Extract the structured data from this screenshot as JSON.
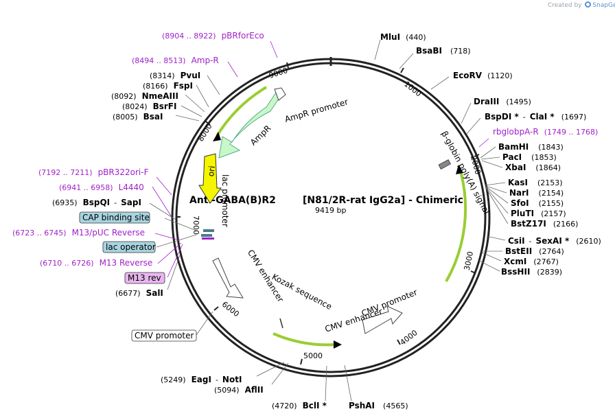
{
  "watermark": {
    "created_by": "Created by",
    "brand": "SnapGene"
  },
  "plasmid": {
    "name": "[N81/2R-rat IgG2a] - Chimeric",
    "length": "9419 bp",
    "insert_label": "Anti-GABA(B)R2"
  },
  "ticks": [
    "1000",
    "2000",
    "3000",
    "4000",
    "5000",
    "6000",
    "7000",
    "8000",
    "9000"
  ],
  "enzymes": [
    {
      "name": "MluI",
      "pos": "(440)"
    },
    {
      "name": "BsaBI",
      "pos": "(718)"
    },
    {
      "name": "EcoRV",
      "pos": "(1120)"
    },
    {
      "name": "DraIII",
      "pos": "(1495)"
    },
    {
      "name": "BspDI *",
      "sep": "-",
      "name2": "ClaI *",
      "pos": "(1697)"
    },
    {
      "name": "BamHI",
      "pos": "(1843)"
    },
    {
      "name": "PacI",
      "pos": "(1853)"
    },
    {
      "name": "XbaI",
      "pos": "(1864)"
    },
    {
      "name": "KasI",
      "pos": "(2153)"
    },
    {
      "name": "NarI",
      "pos": "(2154)"
    },
    {
      "name": "SfoI",
      "pos": "(2155)"
    },
    {
      "name": "PluTI",
      "pos": "(2157)"
    },
    {
      "name": "BstZ17I",
      "pos": "(2166)"
    },
    {
      "name": "CsiI",
      "sep": "-",
      "name2": "SexAI *",
      "pos": "(2610)"
    },
    {
      "name": "BstEII",
      "pos": "(2764)"
    },
    {
      "name": "XcmI",
      "pos": "(2767)"
    },
    {
      "name": "BssHII",
      "pos": "(2839)"
    },
    {
      "name": "PshAI",
      "pos": "(4565)"
    },
    {
      "name": "BclI *",
      "pos": "(4720)"
    },
    {
      "name": "AflII",
      "pos": "(5094)"
    },
    {
      "name": "EagI",
      "sep": "-",
      "name2": "NotI",
      "pos": "(5249)"
    },
    {
      "name": "SalI",
      "pos": "(6677)"
    },
    {
      "name": "BspQI",
      "sep": "-",
      "name2": "SapI",
      "pos": "(6935)"
    },
    {
      "name": "BsaI",
      "pos": "(8005)"
    },
    {
      "name": "BsrFI",
      "pos": "(8024)"
    },
    {
      "name": "NmeAIII",
      "pos": "(8092)"
    },
    {
      "name": "FspI",
      "pos": "(8166)"
    },
    {
      "name": "PvuI",
      "pos": "(8314)"
    }
  ],
  "primers": [
    {
      "range": "(8904 .. 8922)",
      "name": "pBRforEco"
    },
    {
      "range": "(8494 .. 8513)",
      "name": "Amp-R"
    },
    {
      "range": "(1749 .. 1768)",
      "name": "rbglobpA-R"
    },
    {
      "range": "(7192 .. 7211)",
      "name": "pBR322ori-F"
    },
    {
      "range": "(6941 .. 6958)",
      "name": "L4440"
    },
    {
      "range": "(6723 .. 6745)",
      "name": "M13/pUC Reverse"
    },
    {
      "range": "(6710 .. 6726)",
      "name": "M13 Reverse"
    }
  ],
  "boxed_labels": [
    {
      "name": "CAP binding site",
      "color": "#a8d4e0"
    },
    {
      "name": "lac operator",
      "color": "#a8d4e0"
    },
    {
      "name": "M13 rev",
      "color": "#e8b6f0"
    },
    {
      "name": "CMV promoter",
      "color": "#ffffff"
    }
  ],
  "features": {
    "ampr_promoter": "AmpR promoter",
    "ampr": "AmpR",
    "ori": "ori",
    "lac_promoter": "lac promoter",
    "cmv_enhancer_1": "CMV enhancer",
    "kozak": "Kozak sequence",
    "cmv_enhancer_2": "CMV enhancer",
    "cmv_promoter": "CMV promoter",
    "beta_globin": "β-globin poly(A) signal"
  },
  "colors": {
    "backbone": "#222222",
    "ampr": "#c8f7c8",
    "ori": "#f5f500",
    "orf_green": "#9acd32",
    "cap_box": "#a8d4e0",
    "m13_box": "#e8b6f0",
    "primer": "#a020c8"
  }
}
